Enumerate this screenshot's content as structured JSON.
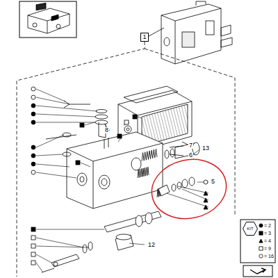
{
  "diagram": {
    "nodes": [
      {
        "text": [
          "1"
        ]
      },
      {
        "text": [
          "KIT"
        ]
      }
    ],
    "labels": [
      "7",
      "6",
      "8",
      "13",
      "5",
      "12"
    ],
    "legend": [
      {
        "text": "= 2"
      },
      {
        "text": "= 3"
      },
      {
        "text": "= 4"
      },
      {
        "text": "= 9"
      },
      {
        "text": "= 16"
      }
    ]
  }
}
